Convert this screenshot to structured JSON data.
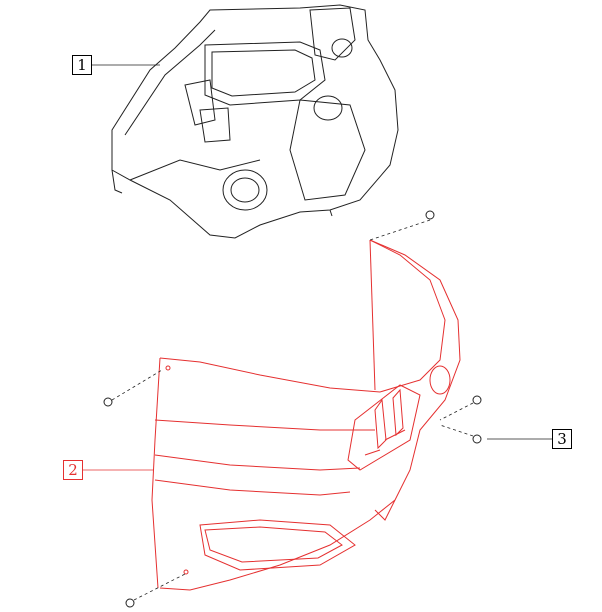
{
  "callouts": [
    {
      "label": "1",
      "part": "instrument-panel"
    },
    {
      "label": "2",
      "part": "lower-cover"
    },
    {
      "label": "3",
      "part": "screw"
    }
  ],
  "colors": {
    "highlight": "#e53030",
    "line": "#000000"
  }
}
